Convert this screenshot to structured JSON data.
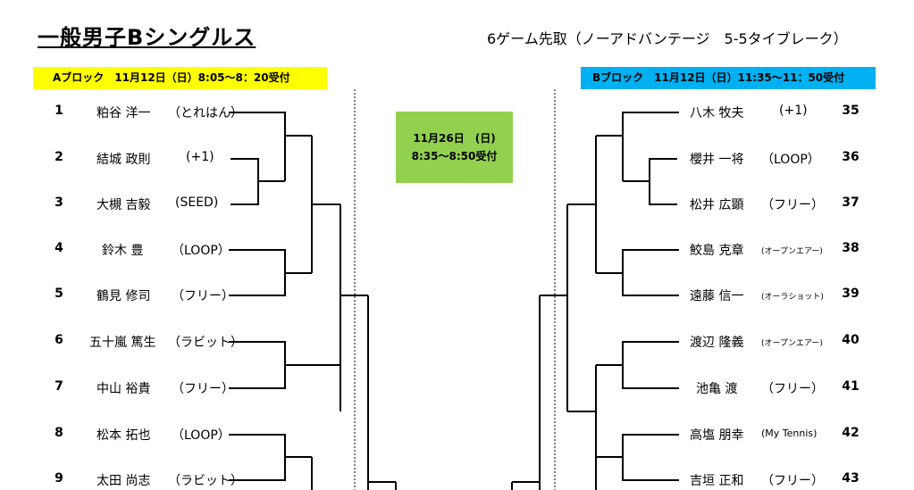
{
  "title": "一般男子Bシングルス",
  "rule": "6ゲーム先取（ノーアドバンテージ　5-5タイブレーク）",
  "block_a": "Aブロック　11月12日（日）8:05～8：20受付",
  "block_b": "Bブロック　11月12日（日）11:35～11：50受付",
  "final": {
    "line1": "11月26日　(日)",
    "line2": "8:35～8:50受付"
  },
  "left_players": [
    {
      "num": "1",
      "name": "粕谷 洋一",
      "club": "（とれはん）"
    },
    {
      "num": "2",
      "name": "結城 政則",
      "club": "(+1)"
    },
    {
      "num": "3",
      "name": "大槻 吉毅",
      "club": "(SEED)"
    },
    {
      "num": "4",
      "name": "鈴木 豊",
      "club": "（LOOP）"
    },
    {
      "num": "5",
      "name": "鶴見 修司",
      "club": "（フリー）"
    },
    {
      "num": "6",
      "name": "五十嵐 篤生",
      "club": "（ラビット）"
    },
    {
      "num": "7",
      "name": "中山 裕貴",
      "club": "（フリー）"
    },
    {
      "num": "8",
      "name": "松本 拓也",
      "club": "（LOOP）"
    },
    {
      "num": "9",
      "name": "太田 尚志",
      "club": "（ラビット）"
    }
  ],
  "right_players": [
    {
      "num": "35",
      "name": "八木 牧夫",
      "club": "(+1)"
    },
    {
      "num": "36",
      "name": "櫻井 一将",
      "club": "（LOOP）"
    },
    {
      "num": "37",
      "name": "松井 広顕",
      "club": "（フリー）"
    },
    {
      "num": "38",
      "name": "鮫島 克章",
      "club": "(オープンエアー)"
    },
    {
      "num": "39",
      "name": "遠藤 信一",
      "club": "(オーラショット)"
    },
    {
      "num": "40",
      "name": "渡辺 隆義",
      "club": "(オープンエアー)"
    },
    {
      "num": "41",
      "name": "池亀 渡",
      "club": "（フリー）"
    },
    {
      "num": "42",
      "name": "高塩 朋幸",
      "club": "(My Tennis)"
    },
    {
      "num": "43",
      "name": "吉垣 正和",
      "club": "（フリー）"
    }
  ]
}
